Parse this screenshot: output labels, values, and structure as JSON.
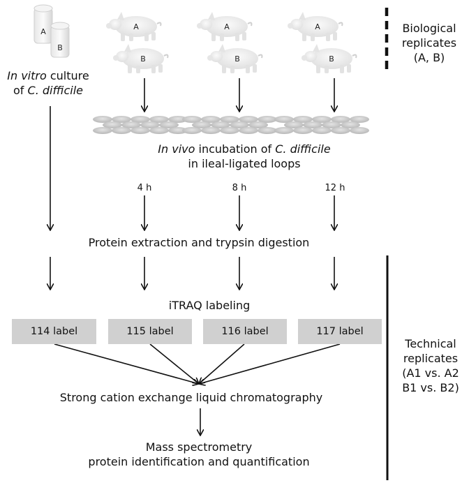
{
  "in_vitro": {
    "part1": "In vitro",
    "part2": " culture",
    "part3": "of ",
    "part4": "C. difficile"
  },
  "vials": [
    "A",
    "B"
  ],
  "pig_labels": [
    "A",
    "B"
  ],
  "biological": {
    "line1": "Biological",
    "line2": "replicates",
    "line3": "(A, B)"
  },
  "in_vivo": {
    "part1": "In vivo",
    "part2": " incubation of ",
    "part3": "C. difficile",
    "line2": "in ileal-ligated loops"
  },
  "times": [
    "4 h",
    "8 h",
    "12 h"
  ],
  "protein_extraction": "Protein extraction and trypsin digestion",
  "itraq": "iTRAQ labeling",
  "labels": [
    "114 label",
    "115 label",
    "116 label",
    "117 label"
  ],
  "scx": "Strong cation exchange liquid chromatography",
  "mass": {
    "line1": "Mass spectrometry",
    "line2": "protein identification and quantification"
  },
  "technical": {
    "line1": "Technical",
    "line2": "replicates",
    "line3": "(A1 vs. A2",
    "line4": "B1 vs. B2)"
  },
  "colors": {
    "label_box": "#d0d0d0",
    "arrow": "#111111",
    "pig_fill": "#f1f1f1",
    "loop_fill": "#c9c9c9"
  }
}
